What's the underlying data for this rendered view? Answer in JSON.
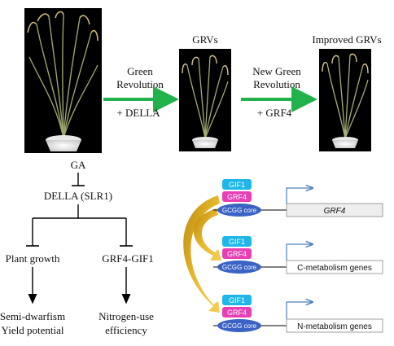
{
  "top": {
    "label_grvs": "GRVs",
    "label_improved": "Improved GRVs",
    "arrow1_line1": "Green",
    "arrow1_line2": "Revolution",
    "arrow1_sub": "+ DELLA",
    "arrow2_line1": "New Green",
    "arrow2_line2": "Revolution",
    "arrow2_sub": "+ GRF4"
  },
  "pathway": {
    "ga": "GA",
    "della": "DELLA (SLR1)",
    "plant_growth": "Plant growth",
    "grf4_gif1": "GRF4-GIF1",
    "outcome_left_1": "Semi-dwarfism",
    "outcome_left_2": "Yield potential",
    "outcome_right_1": "Nitrogen-use",
    "outcome_right_2": "efficiency"
  },
  "complexes": [
    {
      "gif1": "GIF1",
      "grf4": "GRF4",
      "core": "GCGG core",
      "gene": "GRF4"
    },
    {
      "gif1": "GIF1",
      "grf4": "GRF4",
      "core": "GCGG core",
      "gene": "C-metabolism genes"
    },
    {
      "gif1": "GIF1",
      "grf4": "GRF4",
      "core": "GCGG core",
      "gene": "N-metabolism genes"
    }
  ],
  "colors": {
    "green_arrow": "#22b24c",
    "gif1": "#1fb6e8",
    "grf4": "#e83fb4",
    "core": "#3b63c6",
    "gold_arrow": "#d4a21a",
    "gene_line": "#4f81bd"
  }
}
